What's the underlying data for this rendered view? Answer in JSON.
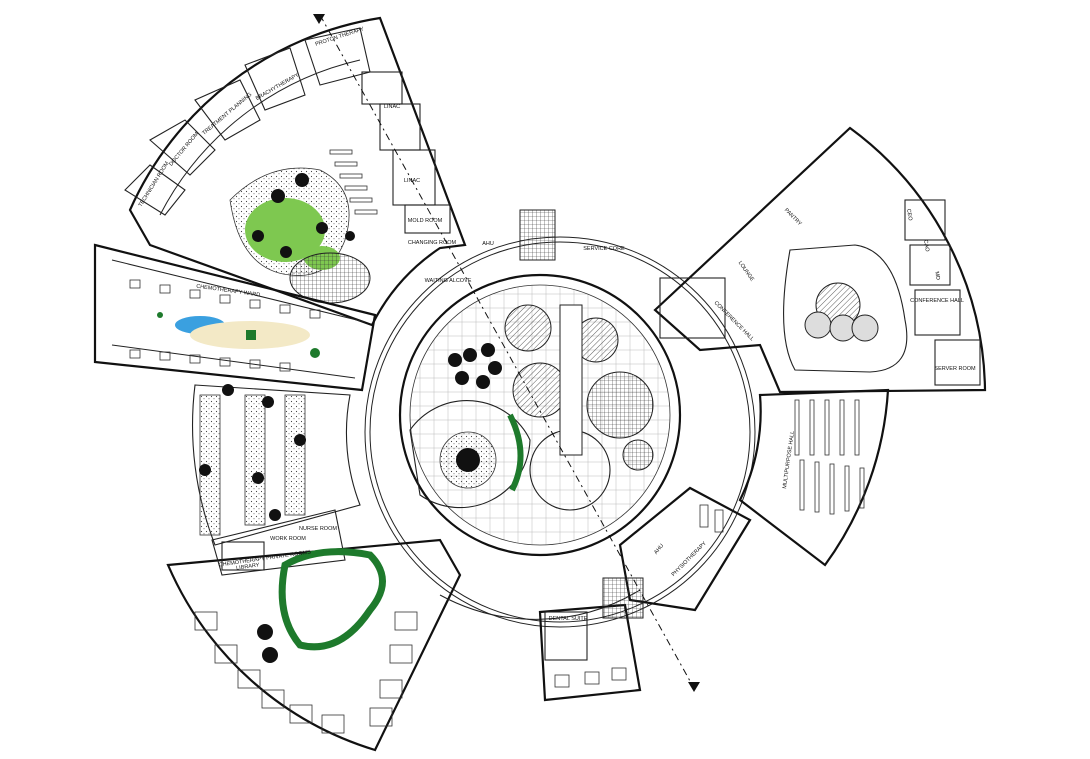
{
  "labels": {
    "proton_therapy": "PROTON THERAPY",
    "brachytherapy": "BRACHYTHERAPY",
    "treatment_planning": "TREATMENT PLANNING",
    "doctor_room": "DOCTOR ROOM",
    "technician_room": "TECHNICIAN ROOM",
    "linac_1": "LINAC",
    "linac_2": "LINAC",
    "mold_room": "MOLD ROOM",
    "changing_room": "CHANGING ROOM",
    "waiting_alcove": "WAITING ALCOVE",
    "ahu_north": "AHU",
    "service_core": "SERVICE CORE",
    "chemotherapy_ward": "CHEMOTHERAPY WARD",
    "chemotherapy_private_rooms": "CHEMOTHERAPY PRIVATE ROOMS",
    "library": "LIBRARY",
    "work_room": "WORK ROOM",
    "nurse_room": "NURSE ROOM",
    "dental_suite": "DENTAL SUITE",
    "physiotherapy": "PHYSIOTHERAPY",
    "ahu_south": "AHU",
    "lounge": "LOUNGE",
    "pantry": "PANTRY",
    "conference_hall_1": "CONFERENCE HALL",
    "conference_hall_2": "CONFERENCE HALL",
    "server_room": "SERVER ROOM",
    "multipurpose_hall": "MULTIPURPOSE HALL",
    "ceo": "CEO",
    "cao": "CAO",
    "md": "MD"
  },
  "icons": {
    "north_marker": "section-arrow-icon",
    "south_marker": "section-arrow-icon"
  },
  "colors": {
    "lawn": "#7ec850",
    "foliage": "#1e7a2c",
    "water": "#3aa0e0",
    "sand": "#f3e9c6"
  }
}
